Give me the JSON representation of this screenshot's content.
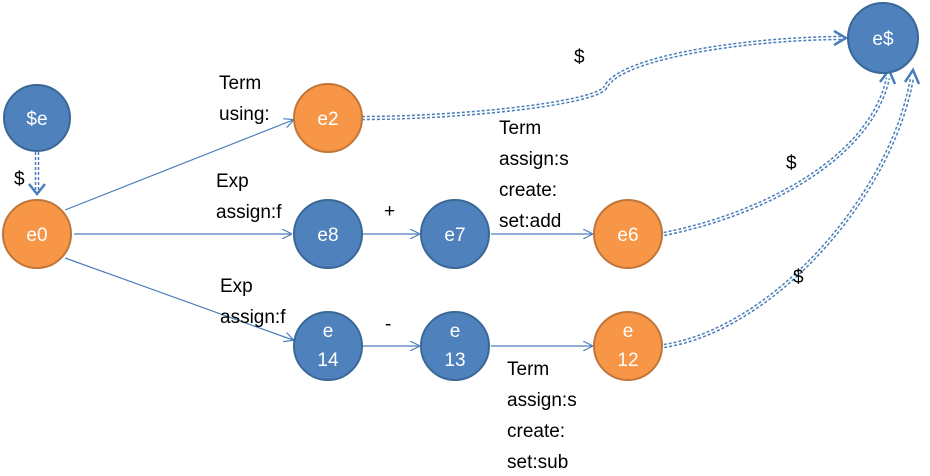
{
  "colors": {
    "blue": "#4f81bd",
    "orange": "#f79646",
    "stroke_blue": "#3a6896",
    "stroke_orange": "#c0763a",
    "edge": "#4a7ebb",
    "dashed": "#4a7ebb"
  },
  "nodes": {
    "se": {
      "label": "$e"
    },
    "e0": {
      "label": "e0"
    },
    "e2": {
      "label": "e2"
    },
    "e8": {
      "label": "e8"
    },
    "e7": {
      "label": "e7"
    },
    "e6": {
      "label": "e6"
    },
    "e14": {
      "line1": "e",
      "line2": "14"
    },
    "e13": {
      "line1": "e",
      "line2": "13"
    },
    "e12": {
      "line1": "e",
      "line2": "12"
    },
    "edollar": {
      "label": "e$"
    }
  },
  "edge_labels": {
    "se_e0": "$",
    "e0_e2": {
      "line1": "Term",
      "line2": "using:"
    },
    "e0_e8": {
      "line1": "Exp",
      "line2": "assign:f"
    },
    "e0_e14": {
      "line1": "Exp",
      "line2": "assign:f"
    },
    "e8_e7": "+",
    "e7_e6": {
      "line1": "Term",
      "line2": "assign:s",
      "line3": "create:",
      "line4": "set:add"
    },
    "e14_e13": "-",
    "e13_e12": {
      "line1": "Term",
      "line2": "assign:s",
      "line3": "create:",
      "line4": "set:sub"
    },
    "e2_edollar": "$",
    "e6_edollar": "$",
    "e12_edollar": "$"
  }
}
